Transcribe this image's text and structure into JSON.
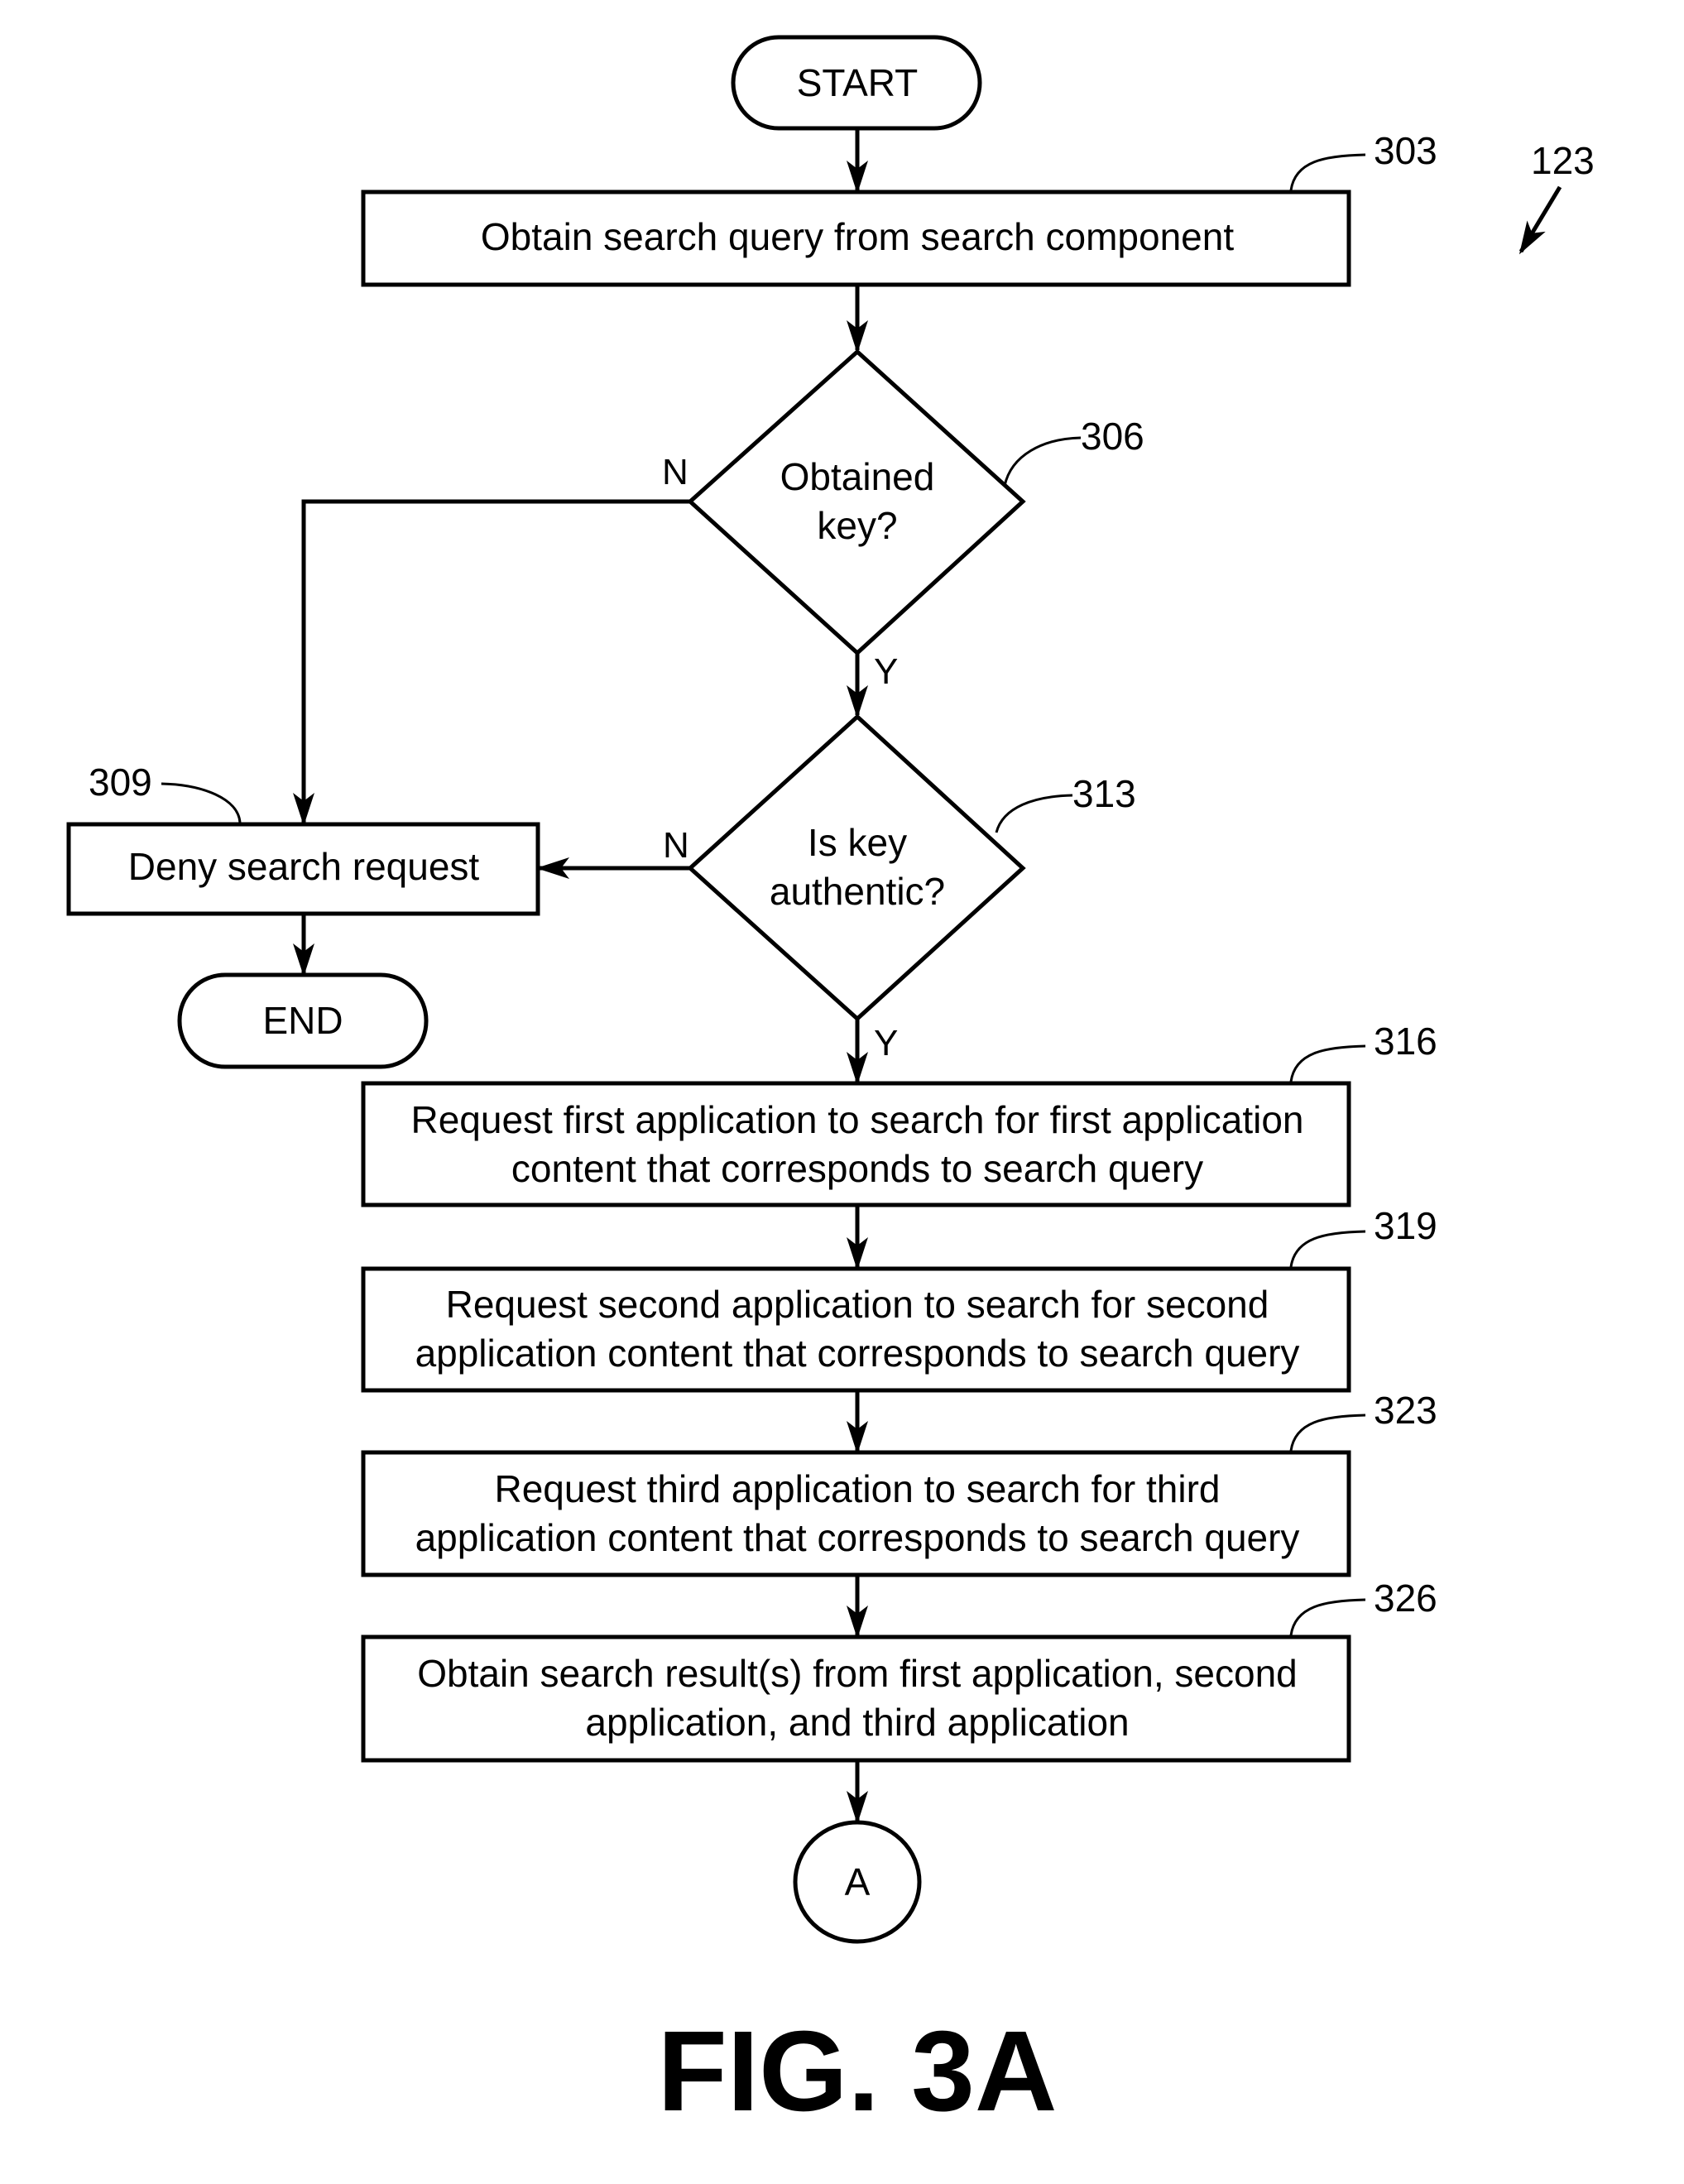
{
  "figure": {
    "label": "FIG. 3A",
    "reference_number": "123"
  },
  "nodes": {
    "start": {
      "type": "terminal",
      "text": [
        "START"
      ]
    },
    "n303": {
      "type": "process",
      "ref": "303",
      "text": [
        "Obtain search query from search component"
      ]
    },
    "n306": {
      "type": "decision",
      "ref": "306",
      "text": [
        "Obtained",
        "key?"
      ]
    },
    "n309": {
      "type": "process",
      "ref": "309",
      "text": [
        "Deny search request"
      ]
    },
    "end": {
      "type": "terminal",
      "text": [
        "END"
      ]
    },
    "n313": {
      "type": "decision",
      "ref": "313",
      "text": [
        "Is key",
        "authentic?"
      ]
    },
    "n316": {
      "type": "process",
      "ref": "316",
      "text": [
        "Request first application to search for first application",
        "content that corresponds to search query"
      ]
    },
    "n319": {
      "type": "process",
      "ref": "319",
      "text": [
        "Request second application to search for second",
        "application content that corresponds to search query"
      ]
    },
    "n323": {
      "type": "process",
      "ref": "323",
      "text": [
        "Request third application to search for third",
        "application content that corresponds to search query"
      ]
    },
    "n326": {
      "type": "process",
      "ref": "326",
      "text": [
        "Obtain search result(s) from first application, second",
        "application, and third application"
      ]
    },
    "connA": {
      "type": "connector",
      "text": [
        "A"
      ]
    }
  },
  "edges": [
    {
      "from": "start",
      "to": "n303",
      "label": ""
    },
    {
      "from": "n303",
      "to": "n306",
      "label": ""
    },
    {
      "from": "n306",
      "to": "n309",
      "label": "N"
    },
    {
      "from": "n306",
      "to": "n313",
      "label": "Y"
    },
    {
      "from": "n313",
      "to": "n309",
      "label": "N"
    },
    {
      "from": "n313",
      "to": "n316",
      "label": "Y"
    },
    {
      "from": "n309",
      "to": "end",
      "label": ""
    },
    {
      "from": "n316",
      "to": "n319",
      "label": ""
    },
    {
      "from": "n319",
      "to": "n323",
      "label": ""
    },
    {
      "from": "n323",
      "to": "n326",
      "label": ""
    },
    {
      "from": "n326",
      "to": "connA",
      "label": ""
    }
  ],
  "colors": {
    "stroke": "#000000",
    "background": "#ffffff"
  }
}
